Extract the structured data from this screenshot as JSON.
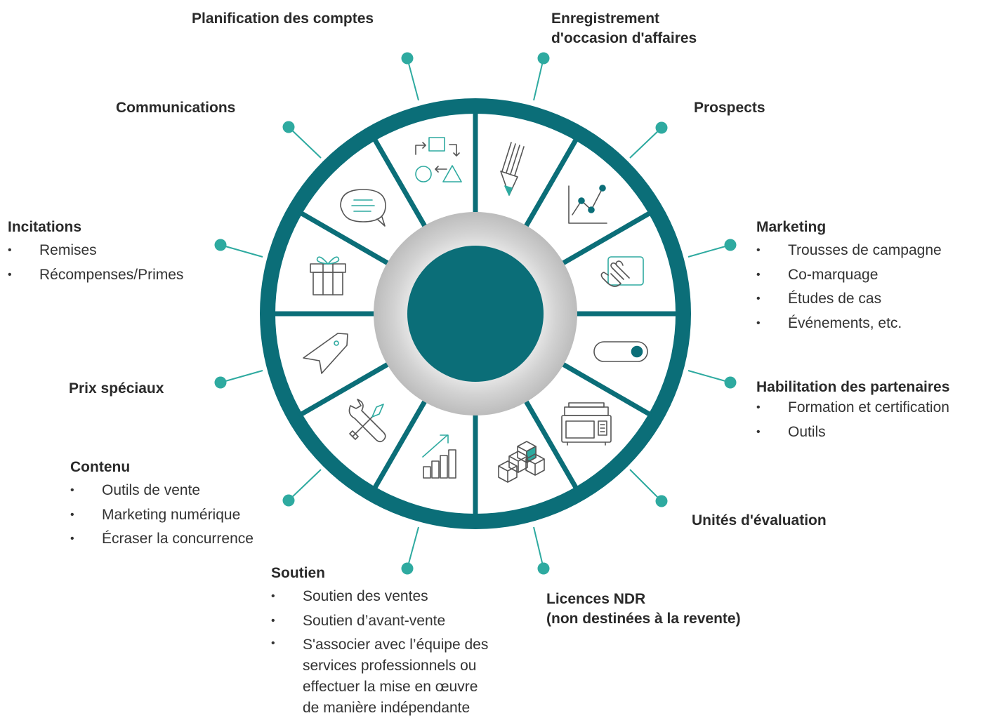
{
  "labels": {
    "planification": {
      "title": "Planification des comptes"
    },
    "enregistrement": {
      "title": "Enregistrement\nd'occasion d'affaires"
    },
    "prospects": {
      "title": "Prospects"
    },
    "communications": {
      "title": "Communications"
    },
    "incitations": {
      "title": "Incitations",
      "items": [
        "Remises",
        "Récompenses/Primes"
      ]
    },
    "marketing": {
      "title": "Marketing",
      "items": [
        "Trousses de campagne",
        "Co-marquage",
        "Études de cas",
        "Événements, etc."
      ]
    },
    "prix": {
      "title": "Prix spéciaux"
    },
    "habilitation": {
      "title": "Habilitation des partenaires",
      "items": [
        "Formation et certification",
        "Outils"
      ]
    },
    "contenu": {
      "title": "Contenu",
      "items": [
        "Outils de vente",
        "Marketing numérique",
        "Écraser la concurrence"
      ]
    },
    "unites": {
      "title": "Unités d'évaluation"
    },
    "soutien": {
      "title": "Soutien",
      "items": [
        "Soutien des ventes",
        "Soutien d’avant-vente",
        "S'associer avec l’équipe des\nservices professionnels ou\neffectuer la mise en œuvre\nde manière indépendante"
      ]
    },
    "licences": {
      "title": "Licences NDR\n(non destinées à la revente)"
    }
  },
  "colors": {
    "primary": "#0b6e78",
    "accent": "#2eaaa0",
    "hub_ring": "#c8c8c8"
  },
  "segment_icons": [
    "pencil-icon",
    "growth-chart-icon",
    "touch-screen-icon",
    "toggle-switch-icon",
    "printer-icon",
    "cubes-icon",
    "bar-chart-up-icon",
    "tools-icon",
    "price-tag-icon",
    "gift-icon",
    "chat-bubble-icon",
    "workflow-shapes-icon"
  ]
}
